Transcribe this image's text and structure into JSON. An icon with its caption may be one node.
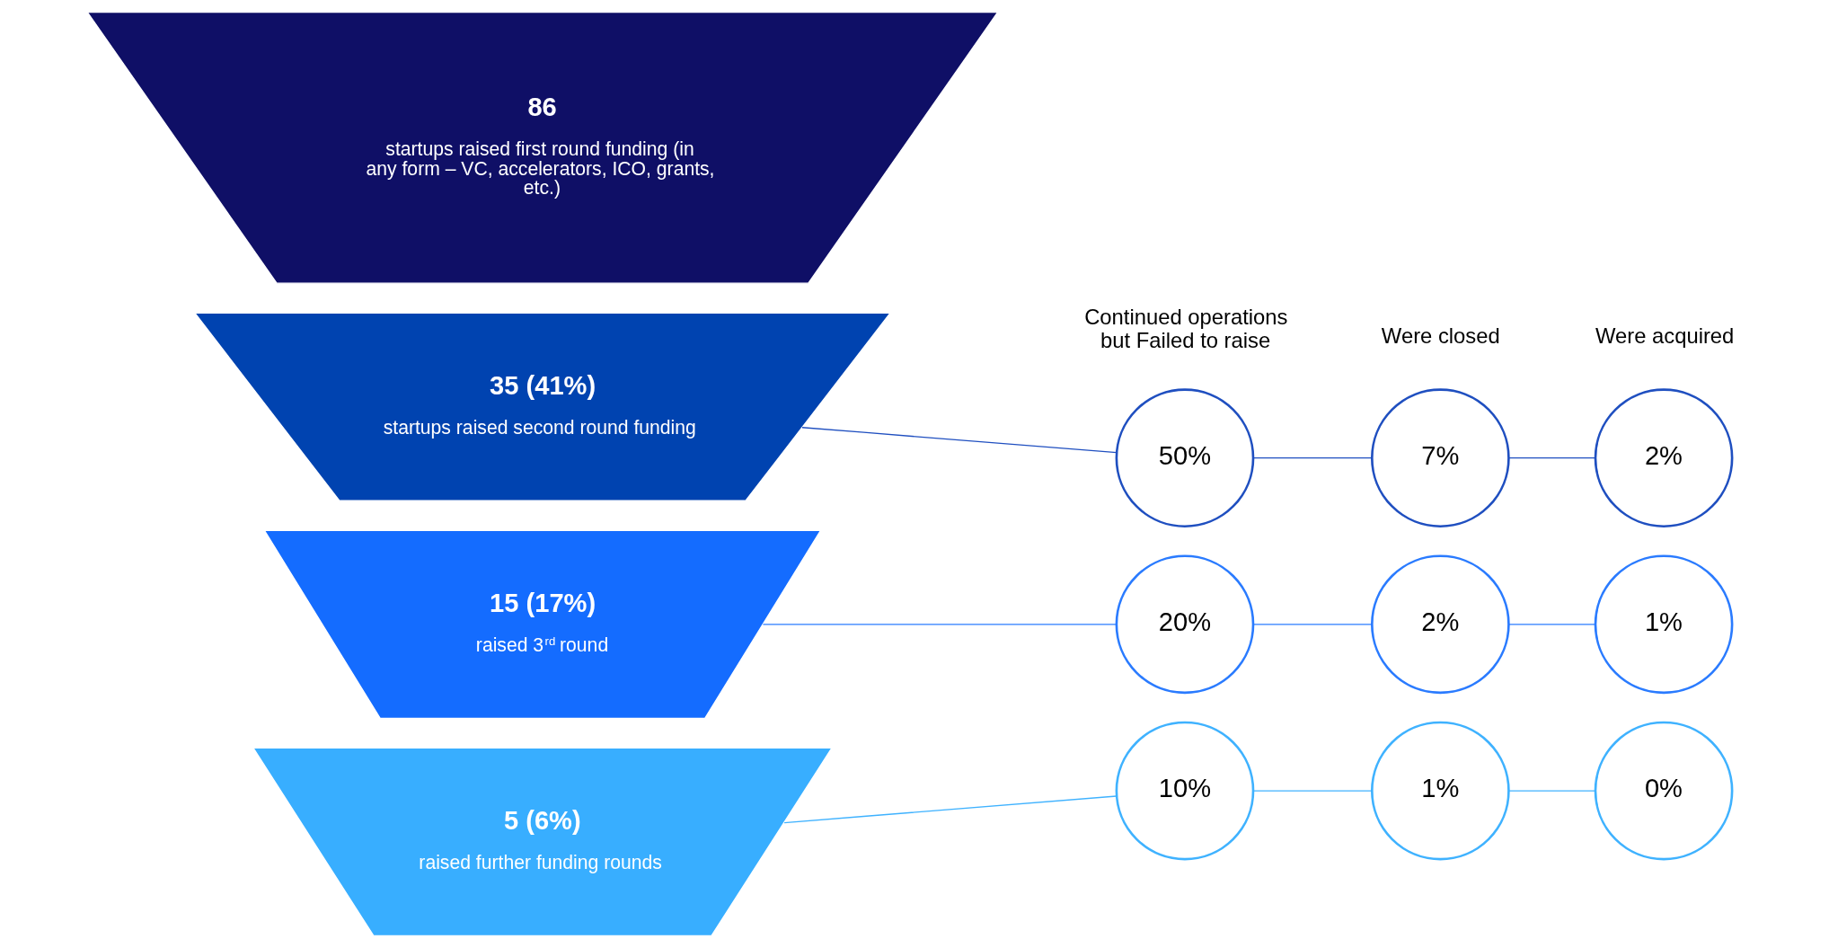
{
  "diagram": {
    "nodes": [
      {
        "text": [
          "86",
          "startups raised first round funding (in any form – VC, accelerators, ICO, grants, etc.)"
        ]
      },
      {
        "text": [
          "35 (41%)",
          "startups raised second round funding"
        ]
      },
      {
        "text": [
          "15 (17%)",
          "raised 3$^{rd}$ round"
        ]
      },
      {
        "text": [
          "5 (6%)",
          "raised further funding rounds"
        ]
      },
      {
        "text": [
          "50%"
        ]
      },
      {
        "text": [
          "7%"
        ]
      },
      {
        "text": [
          "2%"
        ]
      },
      {
        "text": [
          "20%"
        ]
      },
      {
        "text": [
          "2%"
        ]
      },
      {
        "text": [
          "1%"
        ]
      },
      {
        "text": [
          "10%"
        ]
      },
      {
        "text": [
          "1%"
        ]
      },
      {
        "text": [
          "0%"
        ]
      }
    ],
    "edges": [
      {
        "from": 1,
        "to": 4,
        "arrow": "none",
        "color": "#1f4fc0"
      },
      {
        "from": 4,
        "to": 5,
        "arrow": "none",
        "color": "#1f4fc0"
      },
      {
        "from": 5,
        "to": 6,
        "arrow": "none",
        "color": "#1f4fc0"
      },
      {
        "from": 2,
        "to": 7,
        "arrow": "none",
        "color": "#2a7bff"
      },
      {
        "from": 7,
        "to": 8,
        "arrow": "none",
        "color": "#2a7bff"
      },
      {
        "from": 8,
        "to": 9,
        "arrow": "none",
        "color": "#2a7bff"
      },
      {
        "from": 3,
        "to": 10,
        "arrow": "none",
        "color": "#3fb2ff"
      },
      {
        "from": 10,
        "to": 11,
        "arrow": "none",
        "color": "#3fb2ff"
      },
      {
        "from": 11,
        "to": 12,
        "arrow": "none",
        "color": "#3fb2ff"
      }
    ],
    "labels": [
      "Continued operations but Failed to raise",
      "Were closed",
      "Were acquired"
    ]
  }
}
